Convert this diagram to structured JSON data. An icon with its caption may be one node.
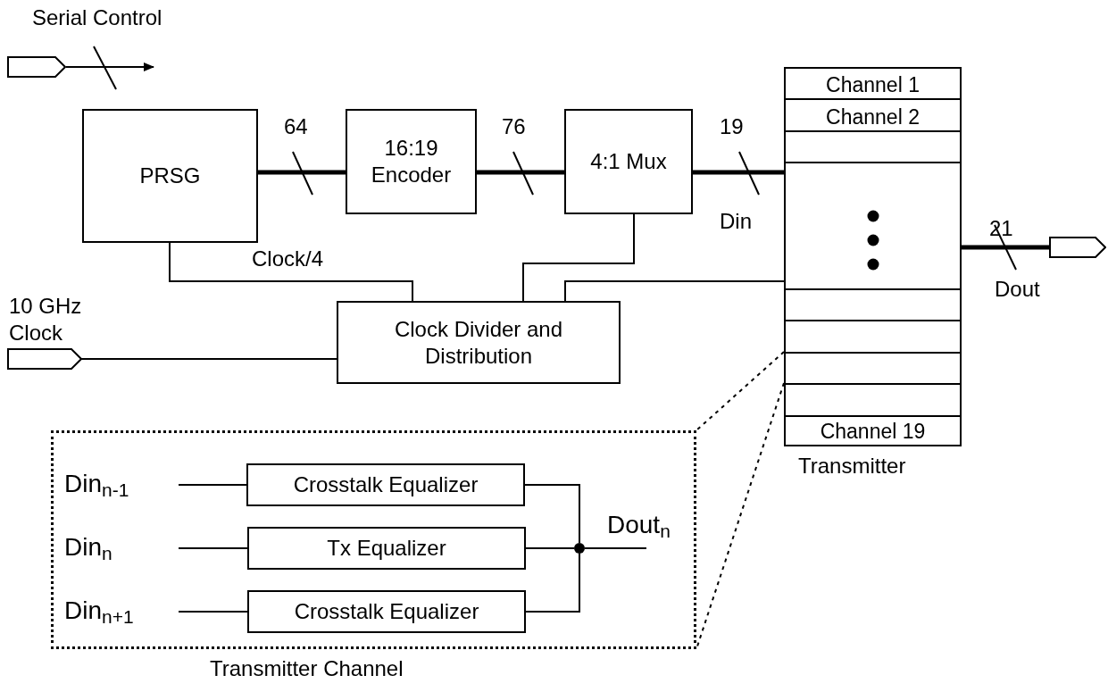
{
  "diagram": {
    "nodes": [
      {
        "text": [],
        "shape": "pentagon"
      },
      {
        "text": [
          "PRSG"
        ]
      },
      {
        "text": [
          "16:19 Encoder"
        ]
      },
      {
        "text": [
          "4:1 Mux"
        ]
      },
      {
        "text": [
          "Transmitter"
        ]
      },
      {
        "text": [
          "Channel 1"
        ],
        "in": 4
      },
      {
        "text": [
          "Channel 2"
        ],
        "in": 4
      },
      {
        "text": [],
        "shape": "box",
        "in": 4
      },
      {
        "text": [],
        "shape": "box",
        "in": 4
      },
      {
        "text": [],
        "shape": "box",
        "in": 4
      },
      {
        "text": [],
        "shape": "box",
        "in": 4
      },
      {
        "text": [],
        "shape": "box",
        "in": 4
      },
      {
        "text": [],
        "shape": "box",
        "in": 4
      },
      {
        "text": [
          "Channel 19"
        ],
        "in": 4
      },
      {
        "text": [],
        "shape": "pentagon"
      },
      {
        "text": [
          "Clock Divider and Distribution"
        ]
      },
      {
        "text": [],
        "shape": "pentagon",
        "beside": [
          "10 GHz Clock"
        ]
      },
      {
        "text": [
          "Transmitter Channel"
        ]
      },
      {
        "text": [
          "Din$_{n-1}$"
        ],
        "in": 17
      },
      {
        "text": [
          "Crosstalk Equalizer"
        ],
        "in": 17
      },
      {
        "text": [
          "Din$_{n}$"
        ],
        "in": 17
      },
      {
        "text": [
          "Tx Equalizer"
        ],
        "in": 17
      },
      {
        "text": [
          "Din$_{n+1}$"
        ],
        "in": 17
      },
      {
        "text": [
          "Crosstalk Equalizer"
        ],
        "in": 17
      },
      {
        "text": [],
        "shape": "circle",
        "in": 17
      }
    ],
    "edges": [
      {
        "from": 0,
        "to": null,
        "arrow": "to",
        "label": "Serial Control"
      },
      {
        "from": 1,
        "to": 2,
        "arrow": "none",
        "label": "64",
        "style": "thick"
      },
      {
        "from": 2,
        "to": 3,
        "arrow": "none",
        "label": "76",
        "style": "thick"
      },
      {
        "from": 3,
        "to": 4,
        "arrow": "none",
        "label": "19",
        "style": "thick"
      },
      {
        "from": 4,
        "to": 14,
        "arrow": "none",
        "label": "21",
        "style": "thick"
      },
      {
        "from": 15,
        "to": 1,
        "arrow": "none",
        "label": "Clock/4"
      },
      {
        "from": 15,
        "to": 3,
        "arrow": "none"
      },
      {
        "from": 15,
        "to": 4,
        "arrow": "none"
      },
      {
        "from": 16,
        "to": 15,
        "arrow": "none"
      },
      {
        "from": 18,
        "to": 19,
        "arrow": "none"
      },
      {
        "from": 20,
        "to": 21,
        "arrow": "none"
      },
      {
        "from": 22,
        "to": 23,
        "arrow": "none"
      },
      {
        "from": 19,
        "to": 24,
        "arrow": "none"
      },
      {
        "from": 21,
        "to": 24,
        "arrow": "none"
      },
      {
        "from": 23,
        "to": 24,
        "arrow": "none"
      },
      {
        "from": 24,
        "to": null,
        "arrow": "none"
      },
      {
        "from": 11,
        "to": 17,
        "arrow": "none",
        "style": "dashed"
      },
      {
        "from": 11,
        "to": 17,
        "arrow": "none",
        "style": "dashed"
      }
    ],
    "labels": [
      "Din",
      "Dout",
      "Dout$_{n}$"
    ]
  }
}
